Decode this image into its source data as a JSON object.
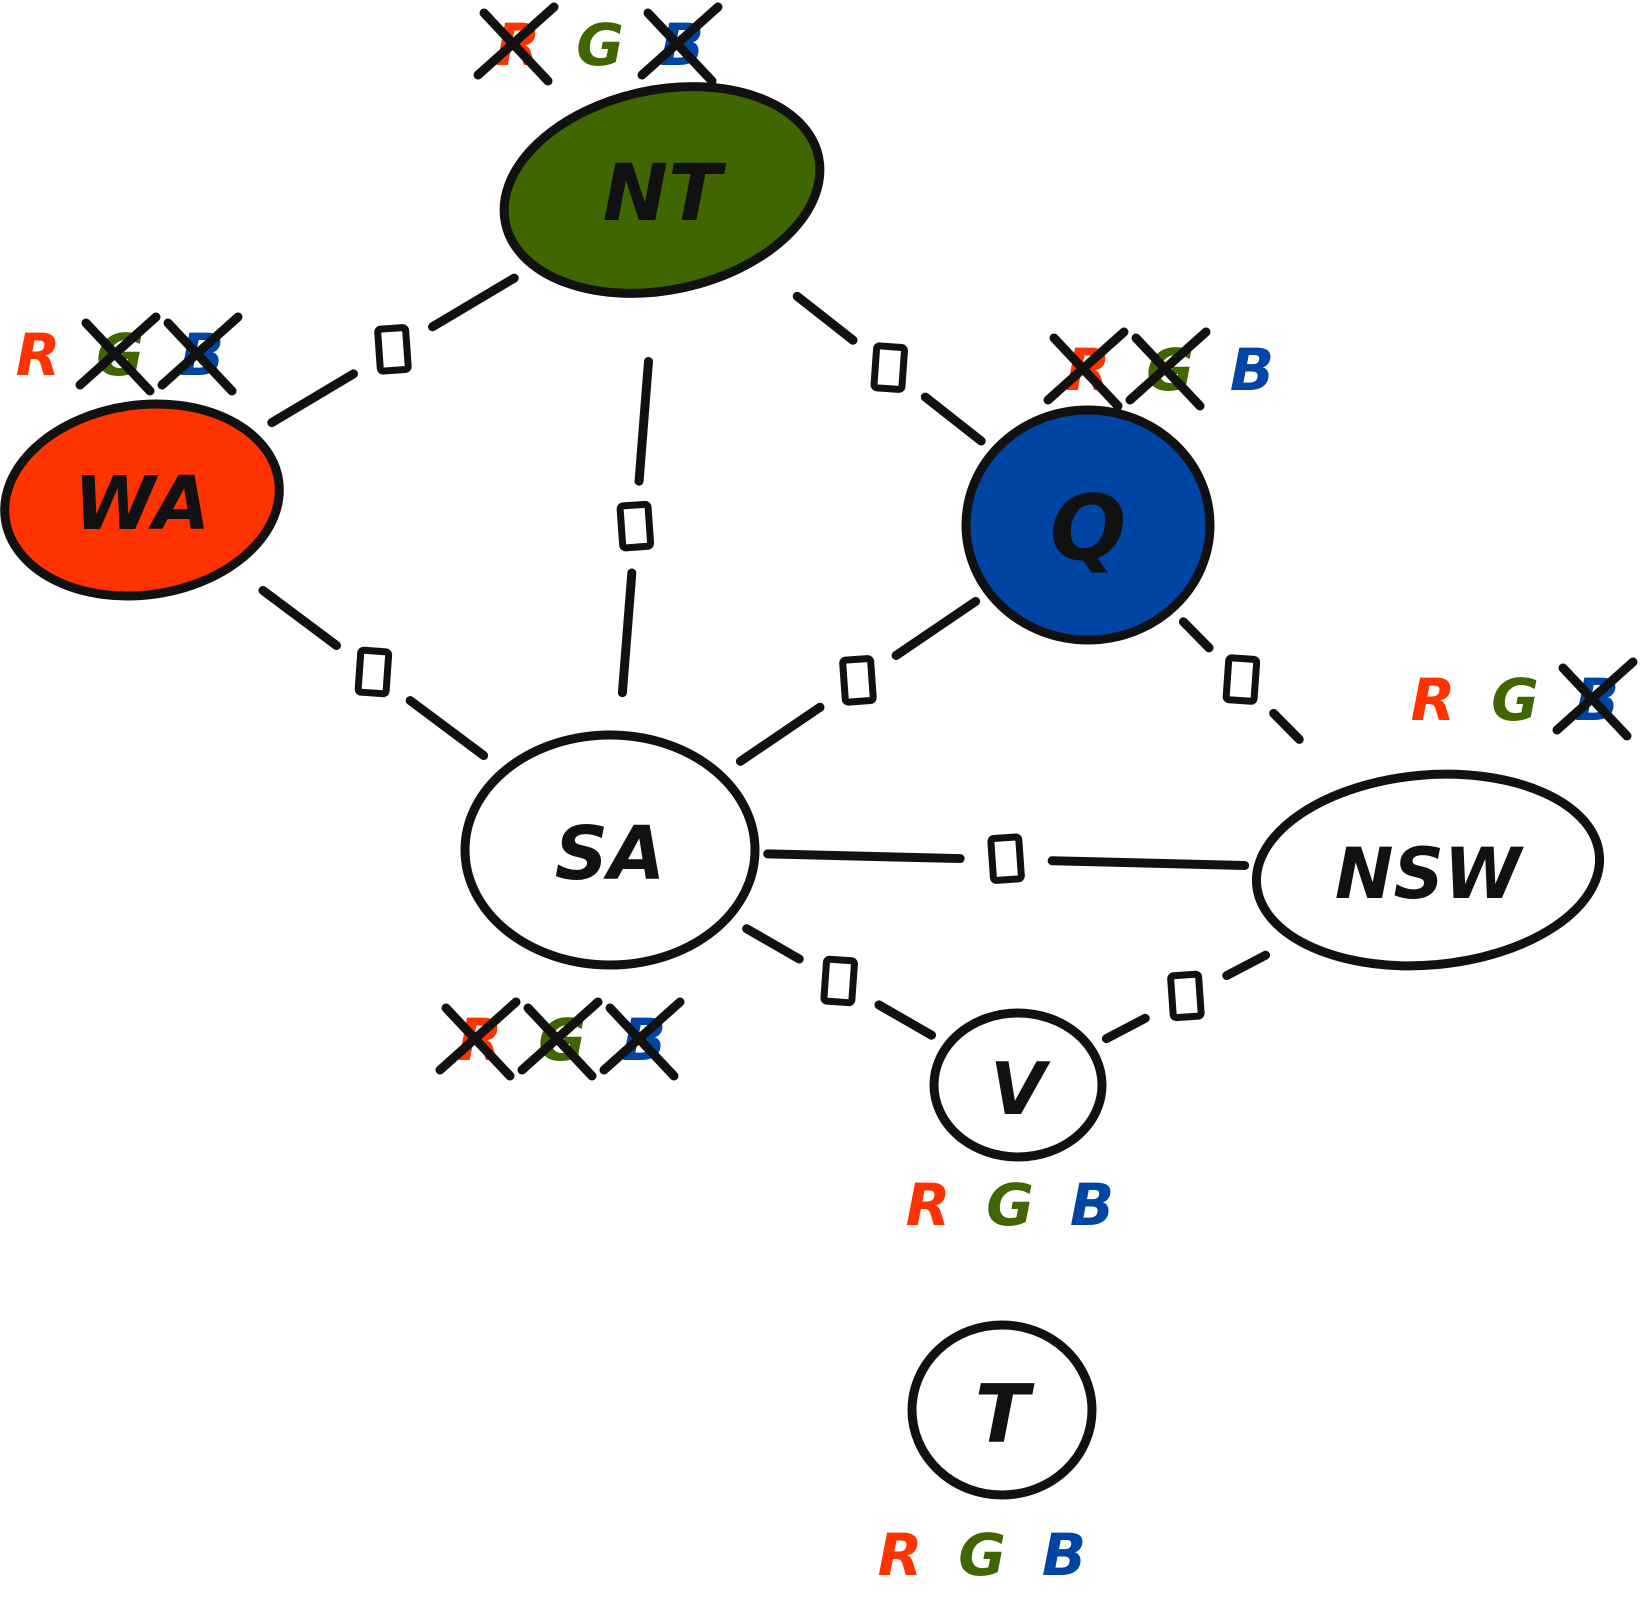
{
  "title": "Australia map-coloring constraint graph",
  "colors": {
    "R": "#ff3300",
    "G": "#3f6600",
    "B": "#0044a4",
    "ink": "#111111",
    "uncolored": "#ffffff"
  },
  "nodes": [
    {
      "id": "NT",
      "label": "NT",
      "assigned": "G",
      "domain": [
        {
          "v": "R",
          "crossed": true
        },
        {
          "v": "G",
          "crossed": false
        },
        {
          "v": "B",
          "crossed": true
        }
      ]
    },
    {
      "id": "WA",
      "label": "WA",
      "assigned": "R",
      "domain": [
        {
          "v": "R",
          "crossed": false
        },
        {
          "v": "G",
          "crossed": true
        },
        {
          "v": "B",
          "crossed": true
        }
      ]
    },
    {
      "id": "Q",
      "label": "Q",
      "assigned": "B",
      "domain": [
        {
          "v": "R",
          "crossed": true
        },
        {
          "v": "G",
          "crossed": true
        },
        {
          "v": "B",
          "crossed": false
        }
      ]
    },
    {
      "id": "SA",
      "label": "SA",
      "assigned": null,
      "domain": [
        {
          "v": "R",
          "crossed": true
        },
        {
          "v": "G",
          "crossed": true
        },
        {
          "v": "B",
          "crossed": true
        }
      ]
    },
    {
      "id": "NSW",
      "label": "NSW",
      "assigned": null,
      "domain": [
        {
          "v": "R",
          "crossed": false
        },
        {
          "v": "G",
          "crossed": false
        },
        {
          "v": "B",
          "crossed": true
        }
      ]
    },
    {
      "id": "V",
      "label": "V",
      "assigned": null,
      "domain": [
        {
          "v": "R",
          "crossed": false
        },
        {
          "v": "G",
          "crossed": false
        },
        {
          "v": "B",
          "crossed": false
        }
      ]
    },
    {
      "id": "T",
      "label": "T",
      "assigned": null,
      "domain": [
        {
          "v": "R",
          "crossed": false
        },
        {
          "v": "G",
          "crossed": false
        },
        {
          "v": "B",
          "crossed": false
        }
      ]
    }
  ],
  "edges": [
    {
      "from": "WA",
      "to": "NT",
      "constraint": true
    },
    {
      "from": "NT",
      "to": "Q",
      "constraint": true
    },
    {
      "from": "NT",
      "to": "SA",
      "constraint": true
    },
    {
      "from": "WA",
      "to": "SA",
      "constraint": true
    },
    {
      "from": "Q",
      "to": "SA",
      "constraint": true
    },
    {
      "from": "Q",
      "to": "NSW",
      "constraint": true
    },
    {
      "from": "SA",
      "to": "NSW",
      "constraint": true
    },
    {
      "from": "SA",
      "to": "V",
      "constraint": true
    },
    {
      "from": "NSW",
      "to": "V",
      "constraint": true
    }
  ]
}
